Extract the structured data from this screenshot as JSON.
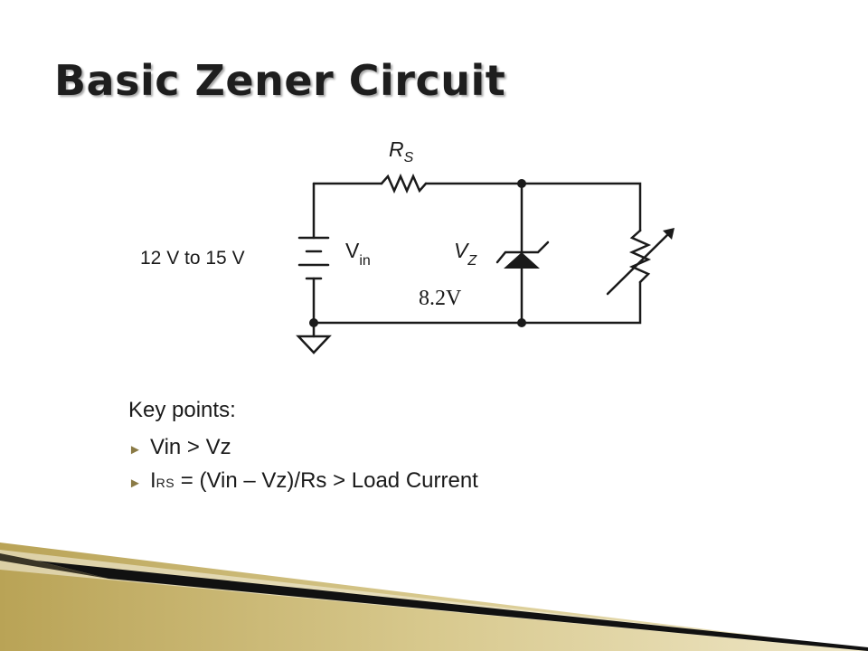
{
  "slide": {
    "title": "Basic Zener Circuit"
  },
  "diagram": {
    "resistor_label_main": "R",
    "resistor_label_sub": "S",
    "source_range": "12 V to 15 V",
    "source_label_main": "V",
    "source_label_sub": "in",
    "zener_label_main": "V",
    "zener_label_sub": "Z",
    "zener_voltage": "8.2V"
  },
  "key_points": {
    "heading": "Key points:",
    "point1": "Vin > Vz",
    "point2_main": "I",
    "point2_sub": "RS",
    "point2_rest": " = (Vin – Vz)/Rs > Load Current"
  },
  "colors": {
    "title": "#1e1e1e",
    "bullet_arrow": "#8a7a45",
    "decor_gold": "#c9b46a",
    "decor_dark": "#111111"
  }
}
